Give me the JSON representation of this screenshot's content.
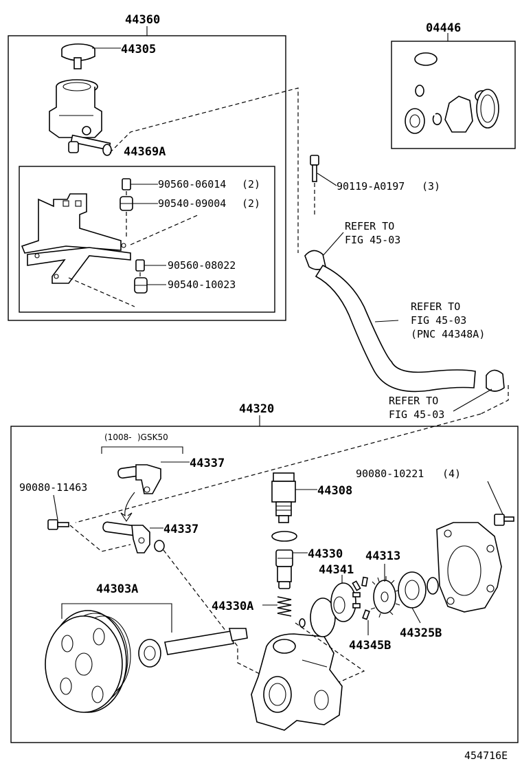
{
  "diagram": {
    "figure_id": "454716E",
    "assemblies": {
      "reservoir_assy": "44360",
      "bracket_set": "44369A",
      "gasket_kit": "04446",
      "pump_assy": "44320"
    },
    "parts": {
      "cap": "44305",
      "collar_a": "90560-06014",
      "collar_a_qty": "(2)",
      "cushion_a": "90540-09004",
      "cushion_a_qty": "(2)",
      "collar_b": "90560-08022",
      "cushion_b": "90540-10023",
      "bolt_clamp": "90119-A0197",
      "bolt_clamp_qty": "(3)",
      "pulley_shaft": "44303A",
      "union_bolt": "90080-11463",
      "union_upper": "44337",
      "union_lower": "44337",
      "union_note_left": "(1008-",
      "union_note_right": ")GSK50",
      "valve": "44308",
      "flow_valve": "44330",
      "spring": "44330A",
      "cam_ring": "44341",
      "rotor": "44313",
      "vane": "44345B",
      "rear_plate_seal": "44325B",
      "housing_bolt": "90080-10221",
      "housing_bolt_qty": "(4)"
    },
    "refers": {
      "top_clamp_line1": "REFER TO",
      "top_clamp_line2": "FIG 45-03",
      "hose_line1": "REFER TO",
      "hose_line2": "FIG 45-03",
      "hose_line3": "(PNC 44348A)",
      "bottom_clamp_line1": "REFER TO",
      "bottom_clamp_line2": "FIG 45-03"
    }
  }
}
